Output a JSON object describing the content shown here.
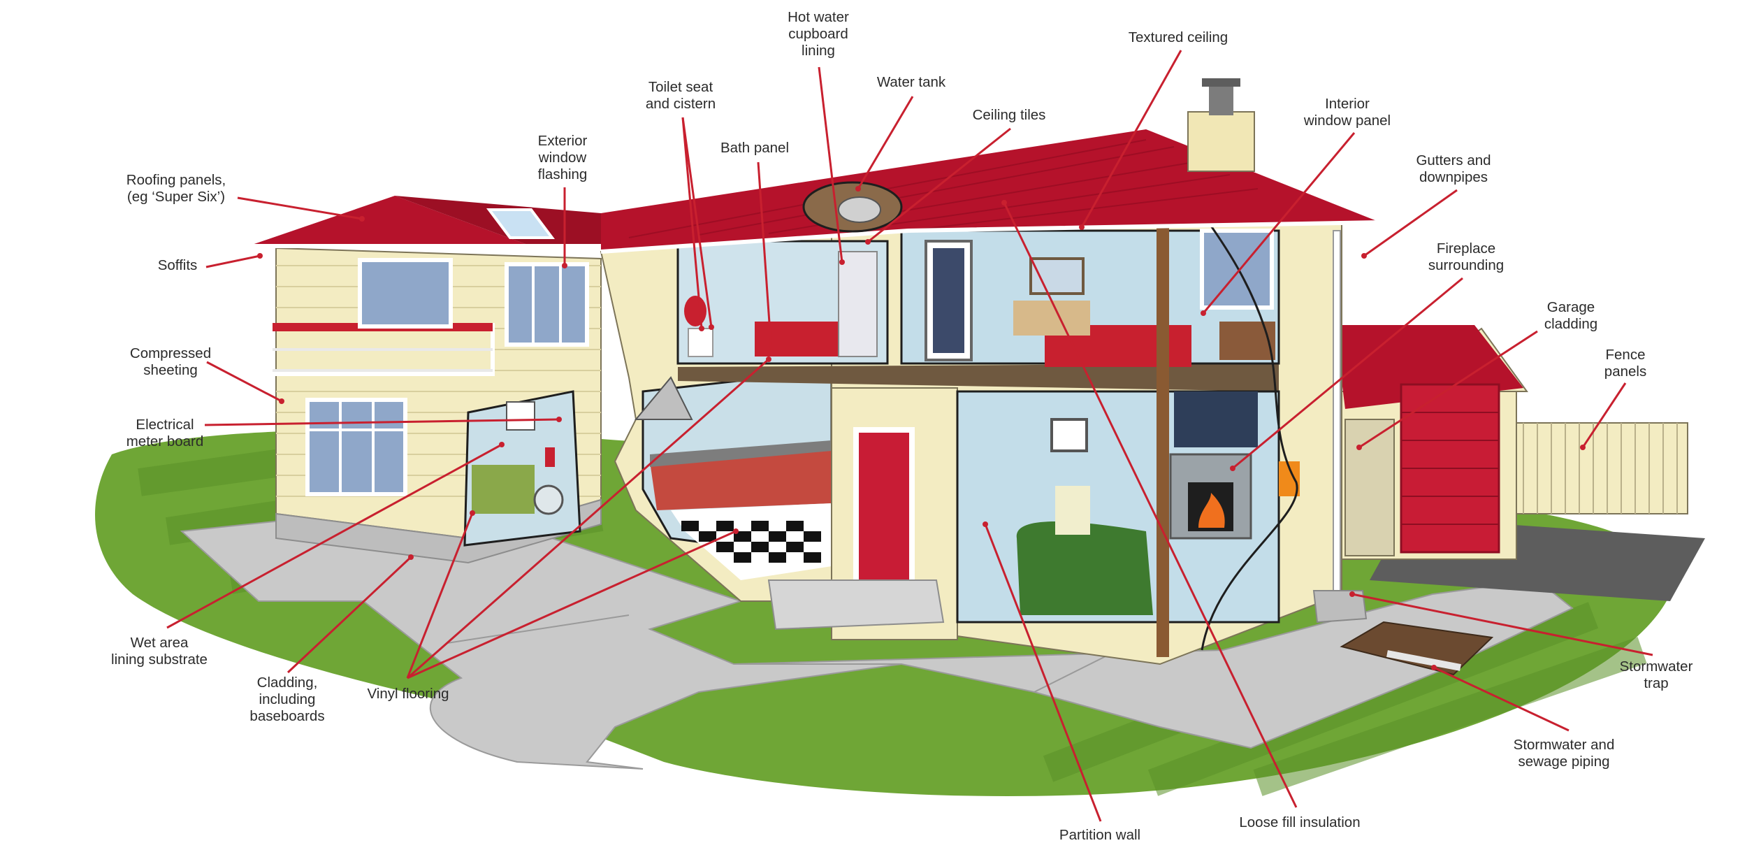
{
  "colors": {
    "roof": "#b5122b",
    "leader": "#c8202f",
    "siding": "#f3ecc2",
    "grass": "#6fa636",
    "paving": "#c9c9c9",
    "door": "#c81c35"
  },
  "labels": {
    "hot_water": [
      "Hot water",
      "cupboard",
      "lining"
    ],
    "textured_ceiling": [
      "Textured ceiling"
    ],
    "toilet": [
      "Toilet seat",
      "and cistern"
    ],
    "water_tank": [
      "Water tank"
    ],
    "interior_window": [
      "Interior",
      "window panel"
    ],
    "exterior_window": [
      "Exterior",
      "window",
      "flashing"
    ],
    "ceiling_tiles": [
      "Ceiling tiles"
    ],
    "bath_panel": [
      "Bath panel"
    ],
    "gutters": [
      "Gutters and",
      "downpipes"
    ],
    "roofing": [
      "Roofing panels,",
      "(eg ‘Super Six’)"
    ],
    "fireplace": [
      "Fireplace",
      "surrounding"
    ],
    "soffits": [
      "Soffits"
    ],
    "garage": [
      "Garage",
      "cladding"
    ],
    "compressed": [
      "Compressed",
      "sheeting"
    ],
    "fence": [
      "Fence",
      "panels"
    ],
    "meter": [
      "Electrical",
      "meter board"
    ],
    "wet_area": [
      "Wet area",
      "lining substrate"
    ],
    "cladding": [
      "Cladding,",
      "including",
      "baseboards"
    ],
    "vinyl": [
      "Vinyl flooring"
    ],
    "stormwater_trap": [
      "Stormwater",
      "trap"
    ],
    "stormwater_piping": [
      "Stormwater and",
      "sewage piping"
    ],
    "partition": [
      "Partition wall"
    ],
    "insulation": [
      "Loose fill insulation"
    ]
  }
}
